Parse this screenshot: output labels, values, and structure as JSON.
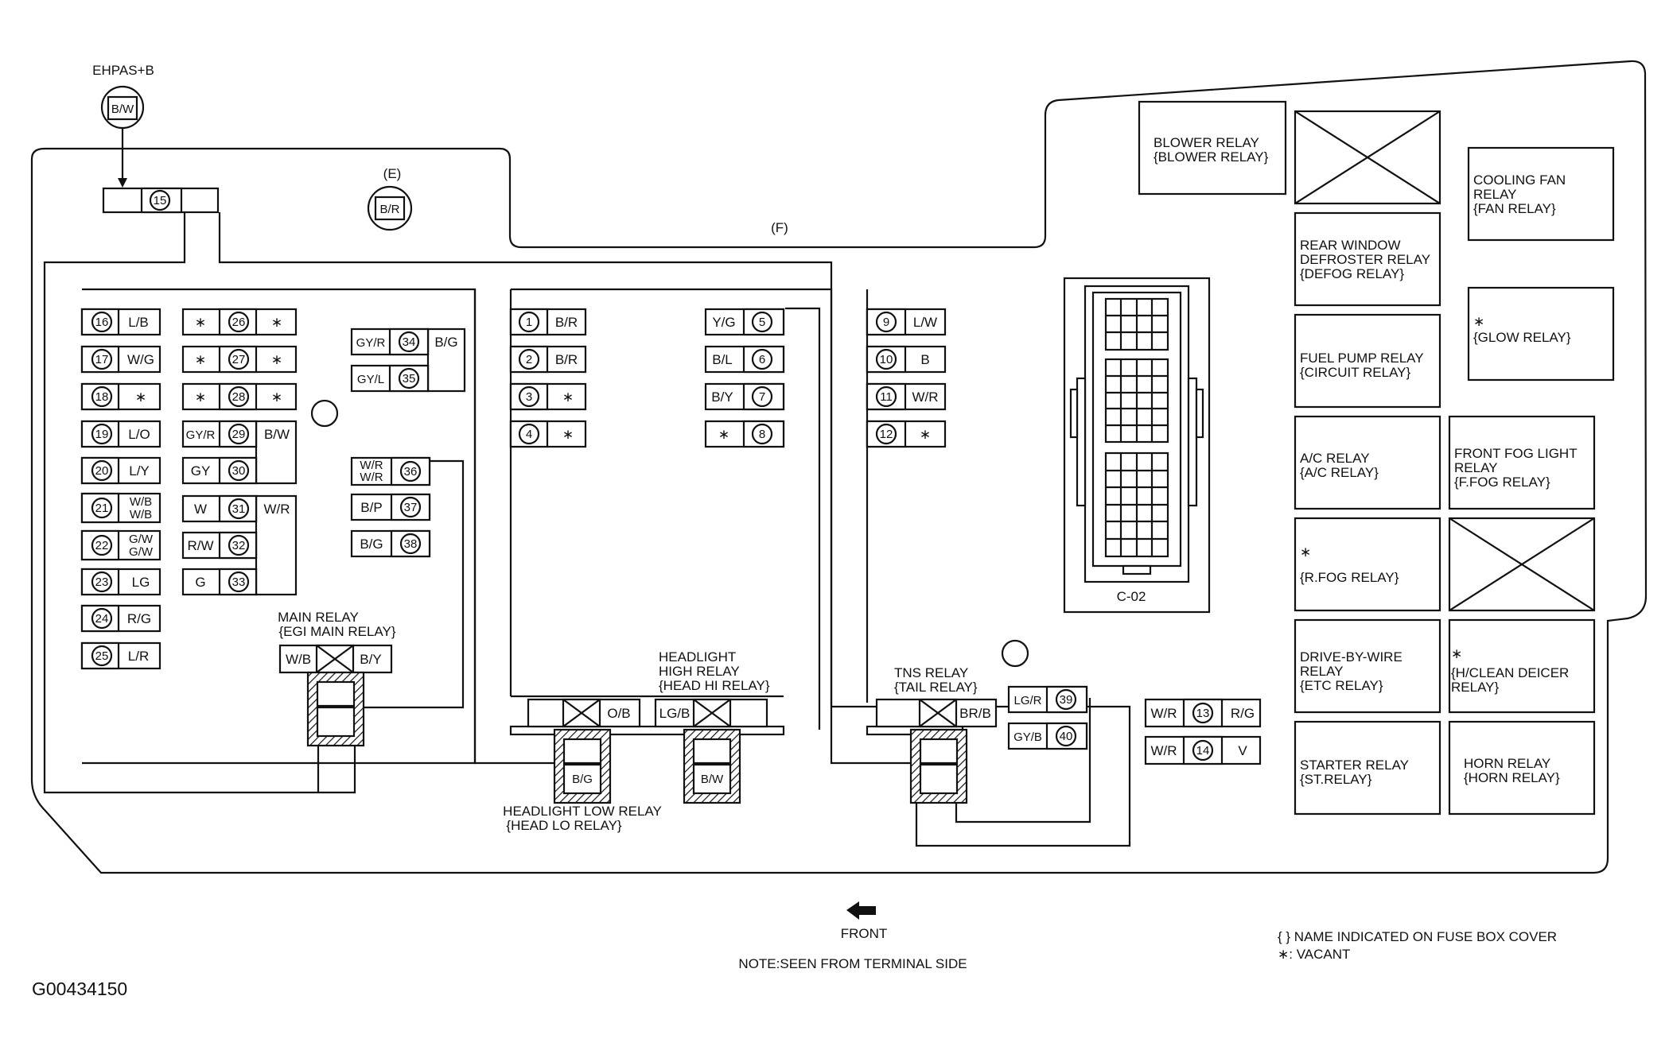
{
  "ehpas": {
    "label": "EHPAS+B",
    "wire": "B/W",
    "fuse": "15"
  },
  "ground_e": {
    "label": "(E)",
    "wire": "B/R"
  },
  "label_f": "(F)",
  "fuses": {
    "f1": {
      "num": "1",
      "wire": "B/R"
    },
    "f2": {
      "num": "2",
      "wire": "B/R"
    },
    "f3": {
      "num": "3",
      "wire": "∗"
    },
    "f4": {
      "num": "4",
      "wire": "∗"
    },
    "f5": {
      "num": "5",
      "wire": "Y/G"
    },
    "f6": {
      "num": "6",
      "wire": "B/L"
    },
    "f7": {
      "num": "7",
      "wire": "B/Y"
    },
    "f8": {
      "num": "8",
      "wire": "∗"
    },
    "f9": {
      "num": "9",
      "wire": "L/W"
    },
    "f10": {
      "num": "10",
      "wire": "B"
    },
    "f11": {
      "num": "11",
      "wire": "W/R"
    },
    "f12": {
      "num": "12",
      "wire": "∗"
    },
    "f13": {
      "num": "13",
      "left": "W/R",
      "right": "R/G"
    },
    "f14": {
      "num": "14",
      "left": "W/R",
      "right": "V"
    },
    "f16": {
      "num": "16",
      "wire": "L/B"
    },
    "f17": {
      "num": "17",
      "wire": "W/G"
    },
    "f18": {
      "num": "18",
      "wire": "∗"
    },
    "f19": {
      "num": "19",
      "wire": "L/O"
    },
    "f20": {
      "num": "20",
      "wire": "L/Y"
    },
    "f21": {
      "num": "21",
      "wire1": "W/B",
      "wire2": "W/B"
    },
    "f22": {
      "num": "22",
      "wire1": "G/W",
      "wire2": "G/W"
    },
    "f23": {
      "num": "23",
      "wire": "LG"
    },
    "f24": {
      "num": "24",
      "wire": "R/G"
    },
    "f25": {
      "num": "25",
      "wire": "L/R"
    },
    "f26": {
      "num": "26",
      "left": "∗",
      "right": "∗"
    },
    "f27": {
      "num": "27",
      "left": "∗",
      "right": "∗"
    },
    "f28": {
      "num": "28",
      "left": "∗",
      "right": "∗"
    },
    "f29": {
      "num": "29",
      "left": "GY/R"
    },
    "f30": {
      "num": "30",
      "left": "GY"
    },
    "f31": {
      "num": "31",
      "left": "W"
    },
    "f32": {
      "num": "32",
      "left": "R/W"
    },
    "f33": {
      "num": "33",
      "left": "G"
    },
    "bus_29_30": "B/W",
    "bus_31_33": "W/R",
    "f34": {
      "num": "34",
      "left": "GY/R"
    },
    "f35": {
      "num": "35",
      "left": "GY/L"
    },
    "bus_34_35": "B/G",
    "f36": {
      "num": "36",
      "left1": "W/R",
      "left2": "W/R"
    },
    "f37": {
      "num": "37",
      "left": "B/P"
    },
    "f38": {
      "num": "38",
      "left": "B/G"
    },
    "f39": {
      "num": "39",
      "left": "LG/R"
    },
    "f40": {
      "num": "40",
      "left": "GY/B"
    }
  },
  "relays_inline": {
    "main": {
      "line1": "MAIN RELAY",
      "line2": "{EGI MAIN RELAY}",
      "left": "W/B",
      "right": "B/Y"
    },
    "head_low": {
      "line1": "HEADLIGHT LOW RELAY",
      "line2": "{HEAD LO RELAY}",
      "right": "O/B",
      "wire": "B/G"
    },
    "head_high": {
      "line1": "HEADLIGHT",
      "line2": "HIGH RELAY",
      "line3": "{HEAD HI RELAY}",
      "left": "LG/B",
      "wire": "B/W"
    },
    "tns": {
      "line1": "TNS RELAY",
      "line2": "{TAIL RELAY}",
      "right": "BR/B"
    }
  },
  "connector": {
    "label": "C-02"
  },
  "relay_boxes": {
    "blower": {
      "line1": "BLOWER RELAY",
      "line2": "{BLOWER RELAY}"
    },
    "cooling": {
      "line1": "COOLING FAN",
      "line2": "RELAY",
      "line3": "{FAN RELAY}"
    },
    "rear_window": {
      "line1": "REAR WINDOW",
      "line2": "DEFROSTER RELAY",
      "line3": "{DEFOG RELAY}"
    },
    "glow": {
      "line1": "∗",
      "line2": "{GLOW RELAY}"
    },
    "fuel_pump": {
      "line1": "FUEL PUMP RELAY",
      "line2": "{CIRCUIT RELAY}"
    },
    "ac": {
      "line1": "A/C RELAY",
      "line2": "{A/C RELAY}"
    },
    "front_fog": {
      "line1": "FRONT FOG LIGHT",
      "line2": "RELAY",
      "line3": "{F.FOG RELAY}"
    },
    "rfog": {
      "line1": "∗",
      "line2": "{R.FOG RELAY}"
    },
    "dbw": {
      "line1": "DRIVE-BY-WIRE",
      "line2": "RELAY",
      "line3": "{ETC RELAY}"
    },
    "hclean": {
      "line1": "∗",
      "line2": "{H/CLEAN DEICER",
      "line3": "RELAY}"
    },
    "starter": {
      "line1": "STARTER RELAY",
      "line2": "{ST.RELAY}"
    },
    "horn": {
      "line1": "HORN RELAY",
      "line2": "{HORN RELAY}"
    }
  },
  "front_label": "FRONT",
  "note": "NOTE:SEEN FROM TERMINAL SIDE",
  "legend": {
    "line1": "{ } NAME INDICATED ON FUSE BOX COVER",
    "line2": "∗: VACANT"
  },
  "figure_id": "G00434150"
}
